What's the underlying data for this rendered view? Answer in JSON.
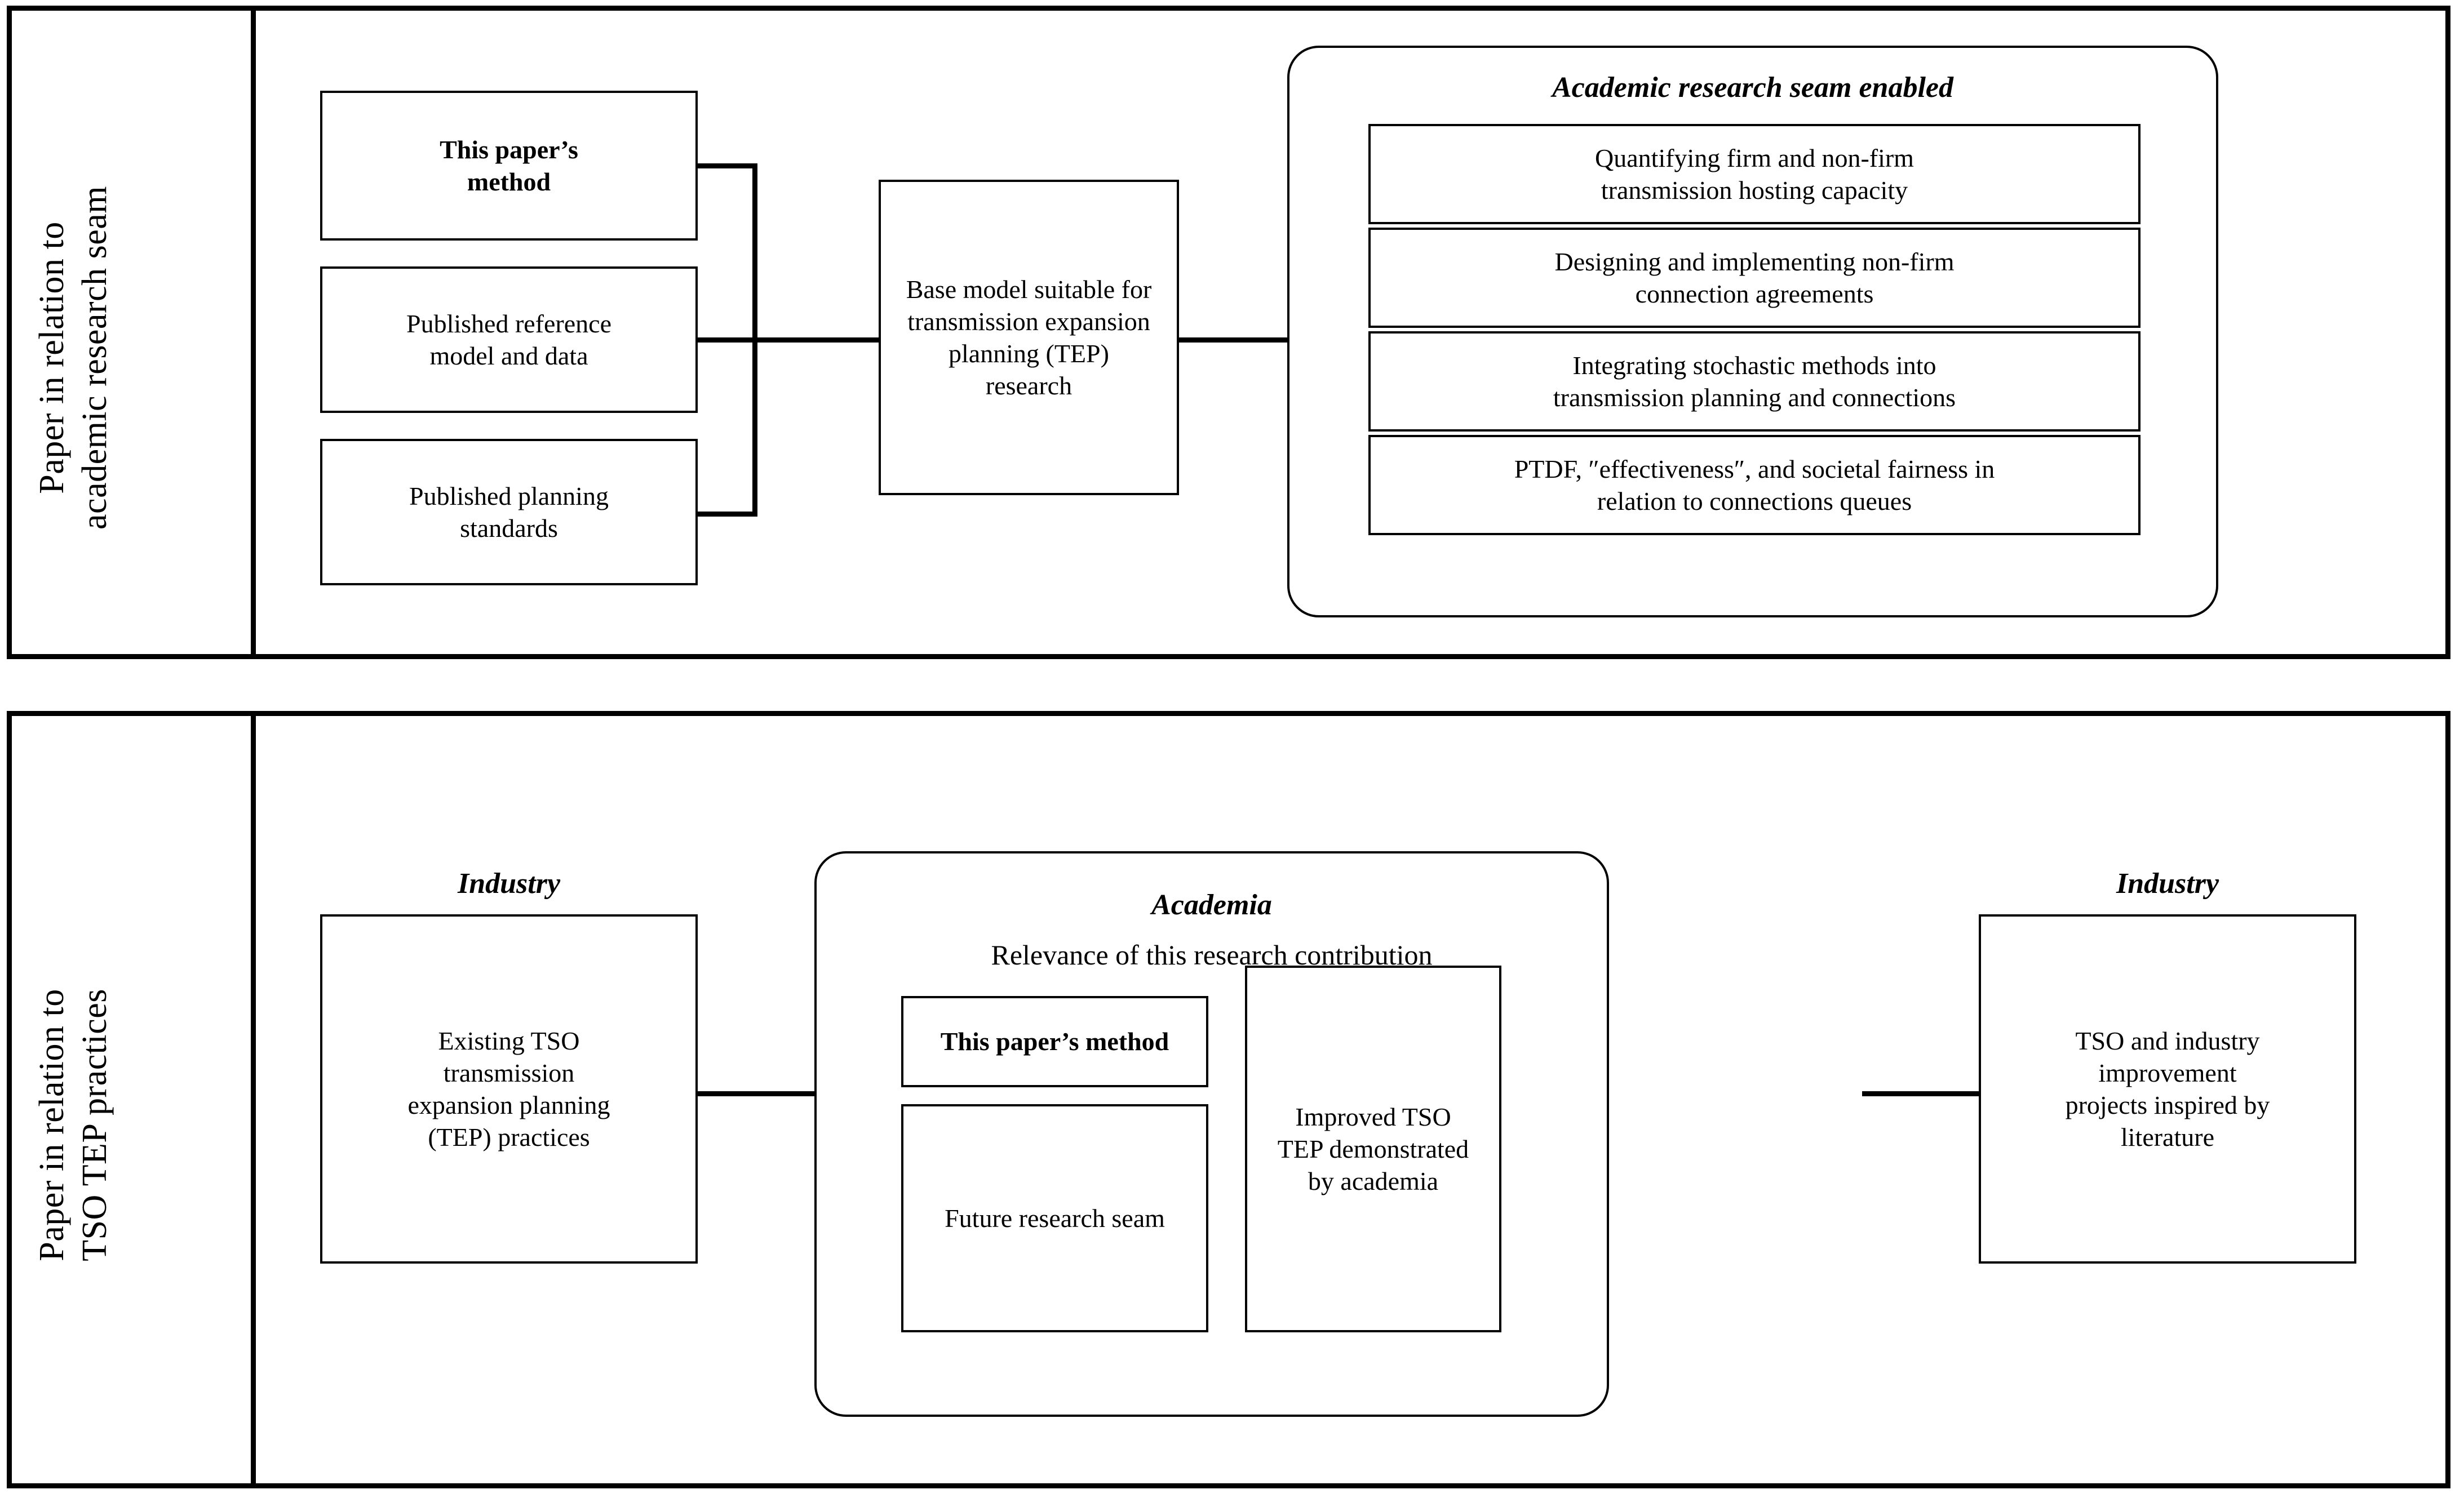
{
  "figure": {
    "type": "two-panel flow diagram",
    "panels": [
      {
        "id": "academic",
        "side_label": "Paper in relation to\nacademic research seam",
        "inputs": [
          {
            "label": "This paper’s\nmethod",
            "emphasis": "bold"
          },
          {
            "label": "Published reference\nmodel and data",
            "emphasis": "normal"
          },
          {
            "label": "Published planning\nstandards",
            "emphasis": "normal"
          }
        ],
        "middle": {
          "label": "Base model suitable for\ntransmission expansion\nplanning (TEP)\nresearch"
        },
        "outcome_group": {
          "title": "Academic research seam enabled",
          "items": [
            "Quantifying firm and non-firm\ntransmission hosting capacity",
            "Designing and implementing non-firm\nconnection agreements",
            "Integrating stochastic methods into\ntransmission planning and connections",
            "PTDF, ″effectiveness″, and societal fairness in\nrelation to connections queues"
          ]
        }
      },
      {
        "id": "tso",
        "side_label": "Paper in relation to\nTSO TEP practices",
        "left_caption": "Industry",
        "left_box": {
          "label": "Existing TSO\ntransmission\nexpansion planning\n(TEP) practices"
        },
        "center_group": {
          "title": "Academia",
          "subtitle": "Relevance of this research contribution",
          "stack": [
            {
              "label": "This paper’s method",
              "emphasis": "bold"
            },
            {
              "label": "Future research seam",
              "emphasis": "normal"
            }
          ],
          "side_box": {
            "label": "Improved TSO\nTEP demonstrated\nby academia"
          }
        },
        "right_caption": "Industry",
        "right_box": {
          "label": "TSO and industry\nimprovement\nprojects inspired by\nliterature"
        }
      }
    ],
    "colors": {
      "stroke": "#000000",
      "background": "#ffffff"
    }
  }
}
